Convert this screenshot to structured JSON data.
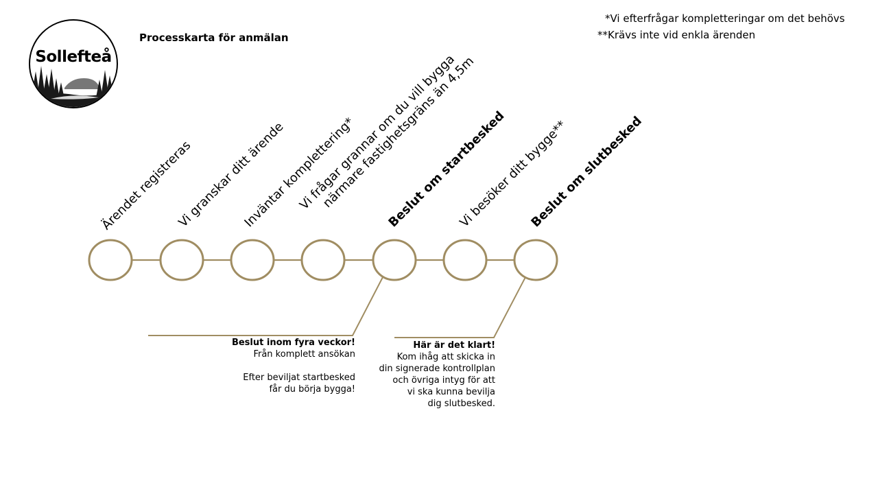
{
  "logo": {
    "text": "Sollefteå"
  },
  "title": "Processkarta för anmälan",
  "notes": [
    "*Vi efterfrågar kompletteringar om det behövs",
    "**Krävs inte vid enkla ärenden"
  ],
  "colors": {
    "accent": "#a08d62",
    "text": "#000000"
  },
  "steps": [
    {
      "lines": [
        "Ärendet registreras"
      ],
      "bold": false
    },
    {
      "lines": [
        "Vi granskar ditt ärende"
      ],
      "bold": false
    },
    {
      "lines": [
        "Inväntar komplettering*"
      ],
      "bold": false
    },
    {
      "lines": [
        "Vi frågar grannar om du vill bygga",
        "närmare fastighetsgräns än 4,5m"
      ],
      "bold": false
    },
    {
      "lines": [
        "Beslut om startbesked"
      ],
      "bold": true
    },
    {
      "lines": [
        "Vi besöker ditt bygge**"
      ],
      "bold": false
    },
    {
      "lines": [
        "Beslut om slutbesked"
      ],
      "bold": true
    }
  ],
  "callouts": [
    {
      "heading": "Beslut inom fyra veckor!",
      "lines": [
        "Från komplett ansökan",
        "",
        "Efter beviljat startbesked",
        "får du börja bygga!"
      ]
    },
    {
      "heading": "Här är det klart!",
      "lines": [
        "Kom ihåg att skicka in",
        "din signerade kontrollplan",
        "och övriga intyg för att",
        "vi ska kunna bevilja",
        "dig slutbesked."
      ]
    }
  ]
}
